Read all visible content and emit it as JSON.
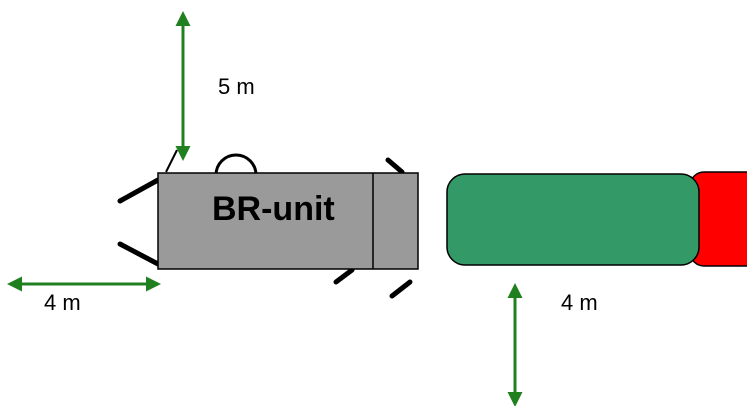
{
  "labels": {
    "unit_name": "BR-unit",
    "top_clearance": "5 m",
    "left_clearance": "4 m",
    "right_clearance": "4 m"
  },
  "colors": {
    "unit_body": "#9a9a9a",
    "vehicle_body": "#339966",
    "vehicle_cab": "#ff0000",
    "arrow": "#208020",
    "outline": "#000000"
  },
  "icons": {
    "arrow_head": "arrowhead-triangle",
    "hook": "lifting-hook-loop"
  }
}
